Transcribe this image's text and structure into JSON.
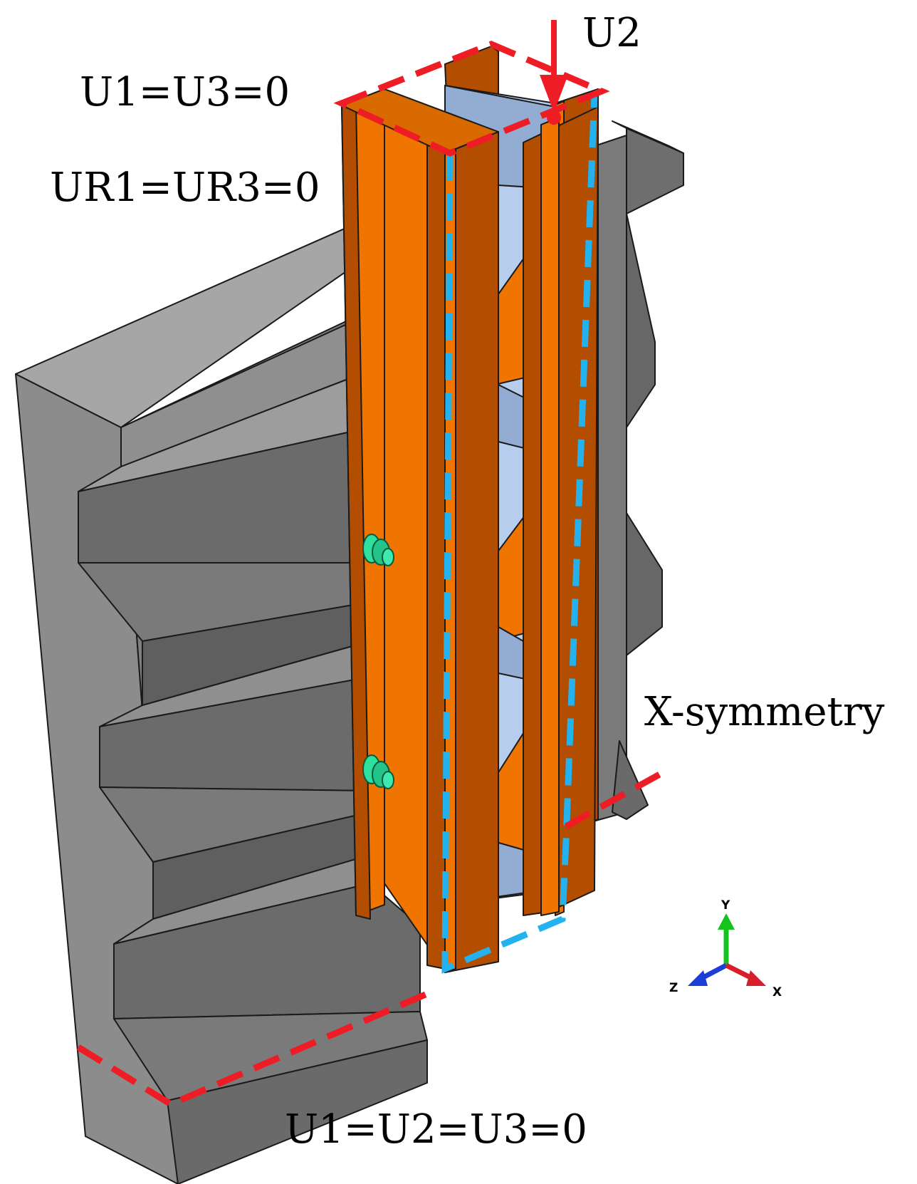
{
  "labels": {
    "top_load": "U2",
    "top_bc_translation": "U1=U3=0",
    "top_bc_rotation": "UR1=UR3=0",
    "symmetry": "X-symmetry",
    "base_bc": "U1=U2=U3=0"
  },
  "triad": {
    "y": "Y",
    "z": "Z",
    "x": "X"
  },
  "colors": {
    "steel_orange": "#f07400",
    "steel_dark": "#b34e00",
    "plate_light": "#b7cdee",
    "plate_mid": "#93acd1",
    "concrete_top": "#a6a6a6",
    "concrete_face": "#7b7b7b",
    "concrete_dark": "#5f5f5f",
    "bolt": "#2ee0a0",
    "boundary_red": "#ee1c25",
    "symmetry_blue": "#23b2ee",
    "axis_y": "#14c31e",
    "axis_z": "#1a3ed6",
    "axis_x": "#d81e2a"
  }
}
